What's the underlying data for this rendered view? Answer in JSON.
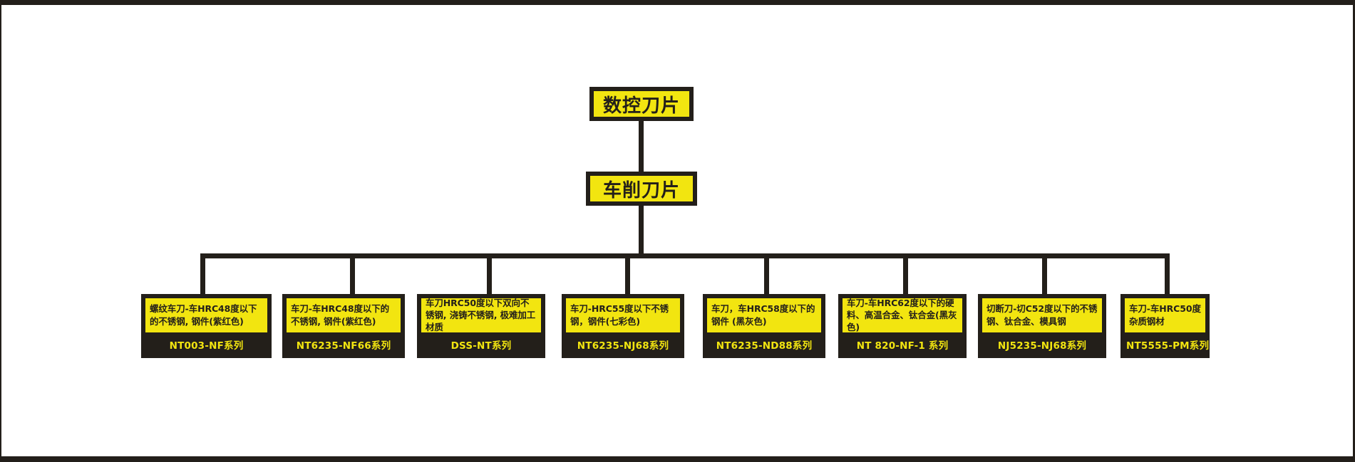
{
  "diagram": {
    "type": "tree",
    "title_node": "数控刀片",
    "colors": {
      "accent_yellow": "#F2E510",
      "dark": "#231F1A",
      "background": "#FFFFFF"
    },
    "root": {
      "label": "数控刀片"
    },
    "level2": {
      "label": "车削刀片"
    },
    "leaves": [
      {
        "description": "螺纹车刀-车HRC48度以下的不锈钢, 钢件(紫红色)",
        "series": "NT003-NF系列"
      },
      {
        "description": "车刀-车HRC48度以下的不锈钢, 钢件(紫红色)",
        "series": "NT6235-NF66系列"
      },
      {
        "description": "车刀HRC50度以下双向不锈钢, 浇铸不锈钢, 极难加工材质",
        "series": "DSS-NT系列"
      },
      {
        "description": "车刀-HRC55度以下不锈钢，钢件(七彩色)",
        "series": "NT6235-NJ68系列"
      },
      {
        "description": "车刀，车HRC58度以下的钢件 (黑灰色)",
        "series": "NT6235-ND88系列"
      },
      {
        "description": "车刀-车HRC62度以下的硬料、高温合金、钛合金(黑灰色)",
        "series": "NT 820-NF-1 系列"
      },
      {
        "description": "切断刀-切C52度以下的不锈钢、钛合金、模具钢",
        "series": "NJ5235-NJ68系列"
      },
      {
        "description": "车刀-车HRC50度杂质钢材",
        "series": "NT5555-PM系列"
      }
    ]
  }
}
